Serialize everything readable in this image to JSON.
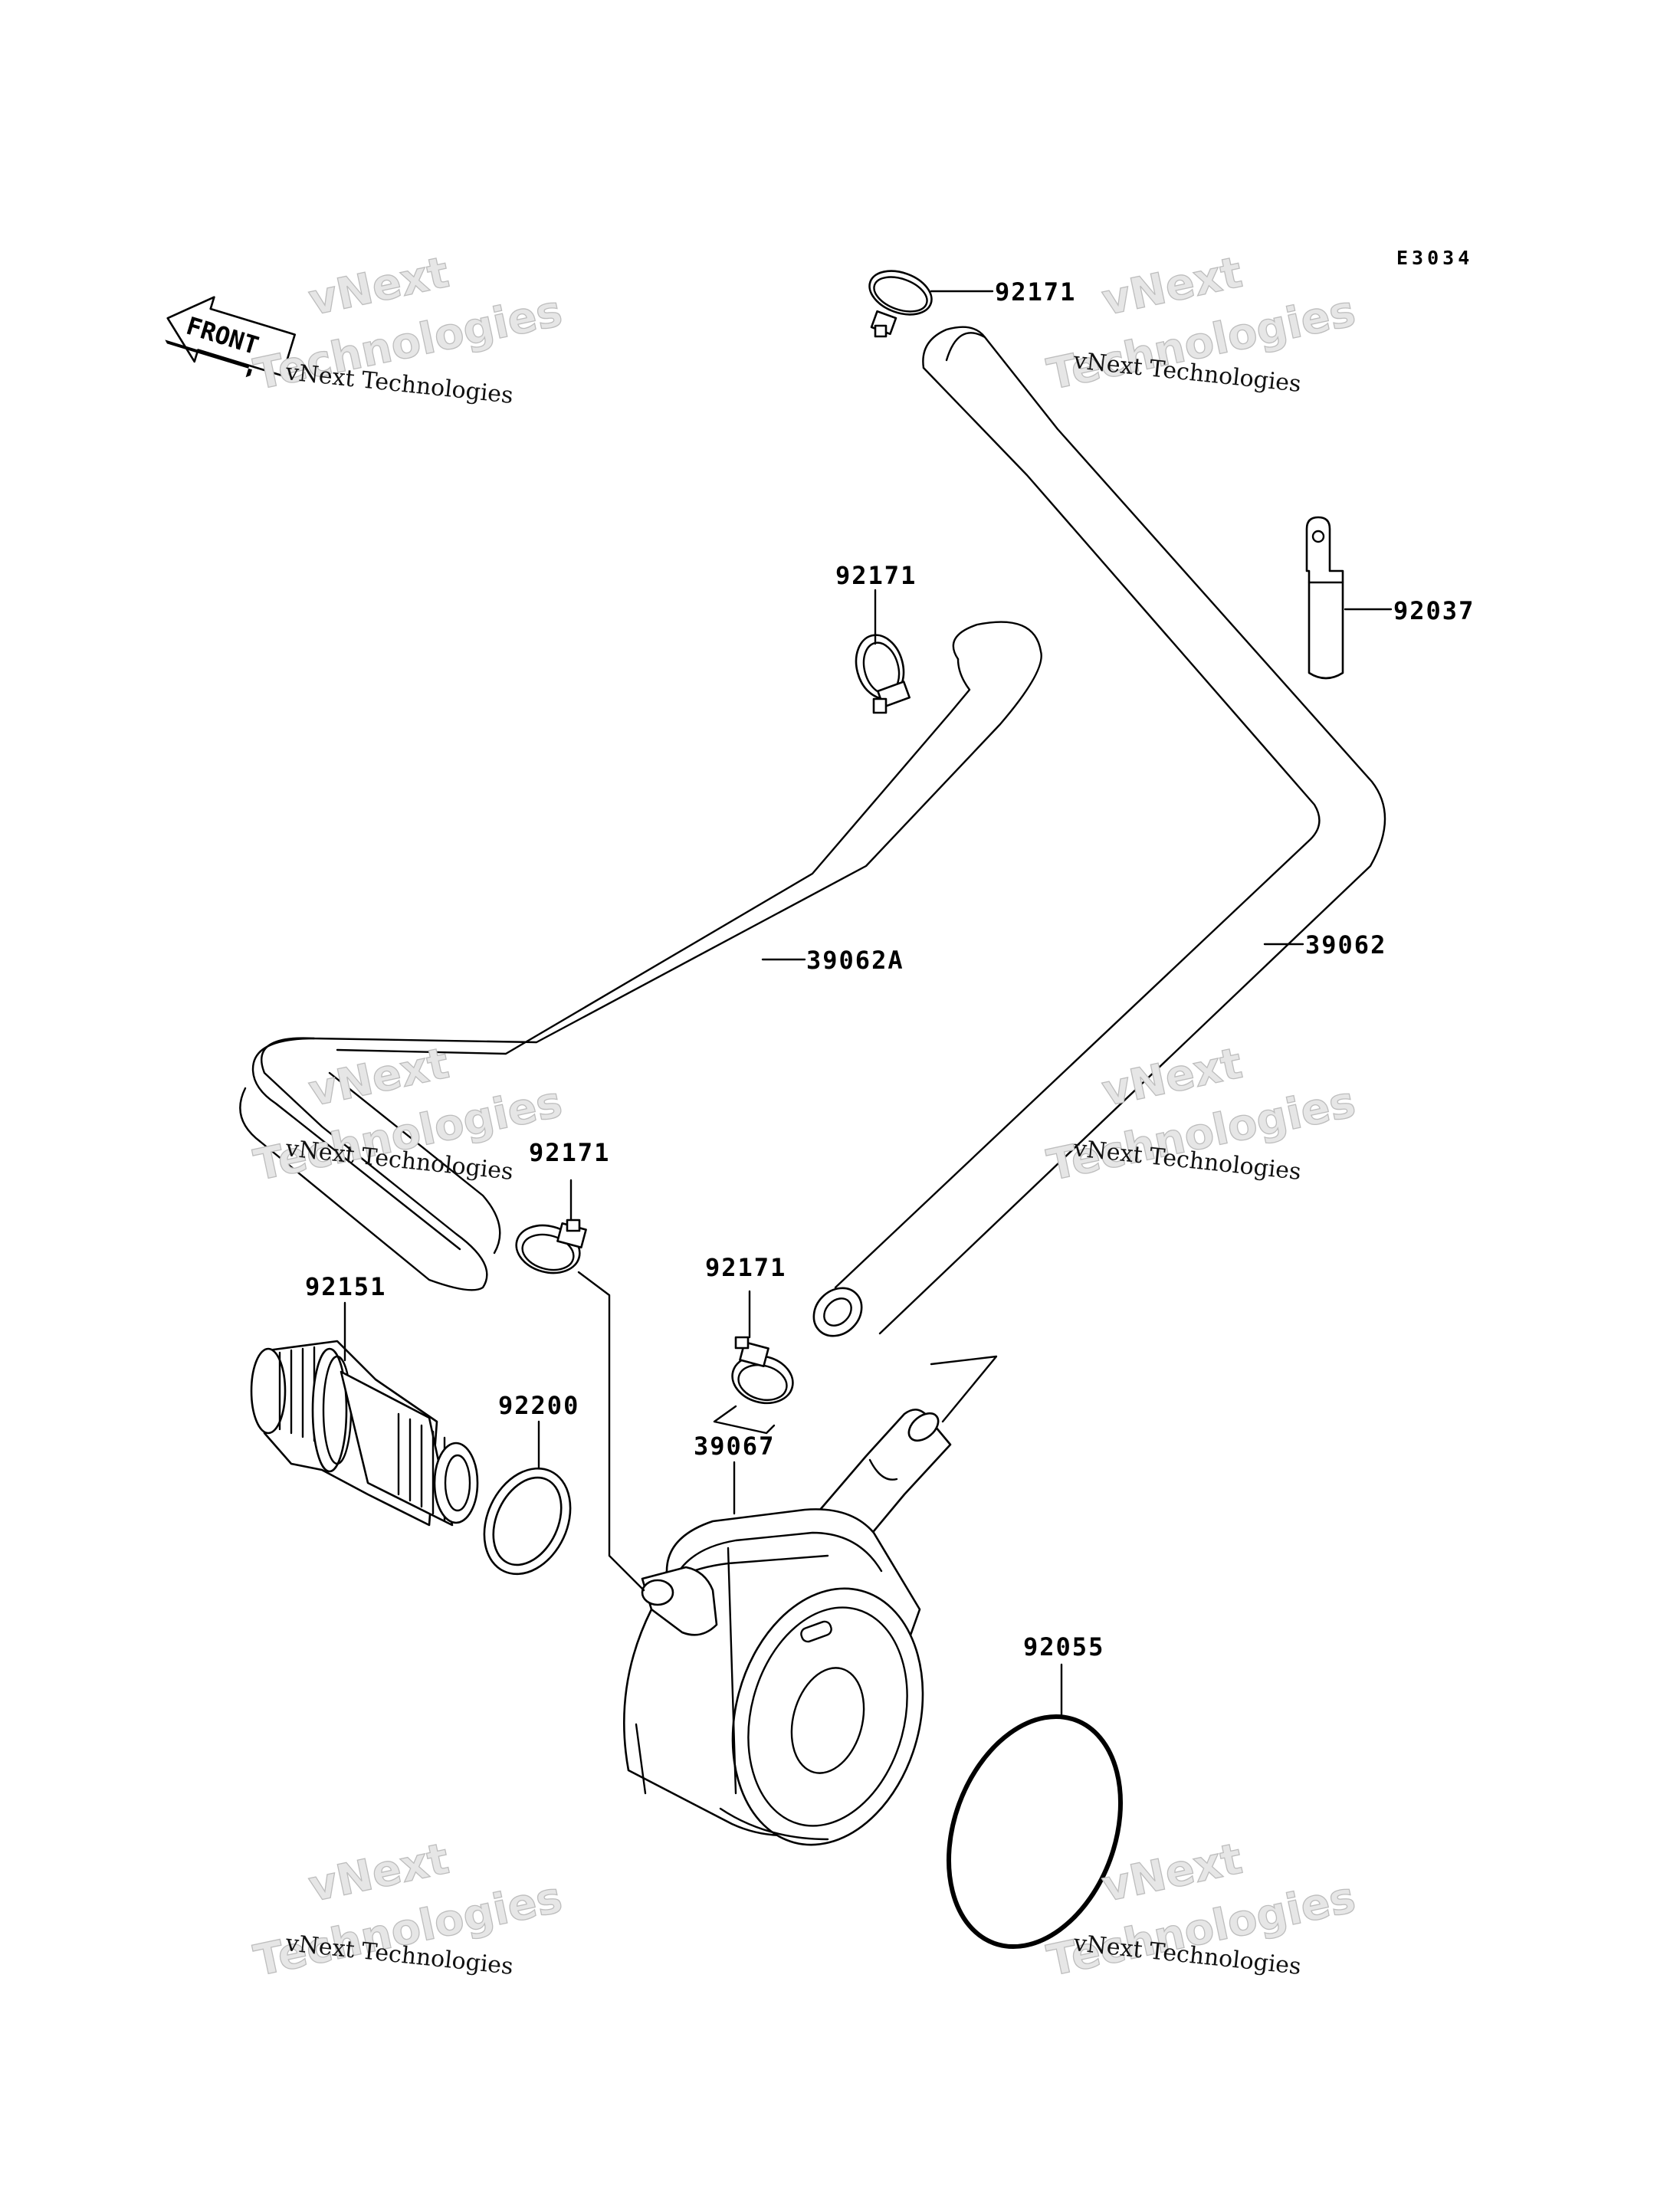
{
  "diagram": {
    "code": "E3034",
    "front_label": "FRONT",
    "watermark": {
      "line1": "vNext",
      "line2": "Technologies",
      "small": "vNext Technologies"
    },
    "parts": {
      "clamp_top": "92171",
      "clamp_mid": "92171",
      "clamp_left": "92171",
      "clamp_lower": "92171",
      "band": "92037",
      "hose_a": "39062A",
      "hose": "39062",
      "union_bolt": "92151",
      "washer": "92200",
      "oil_cooler": "39067",
      "o_ring": "92055"
    }
  }
}
